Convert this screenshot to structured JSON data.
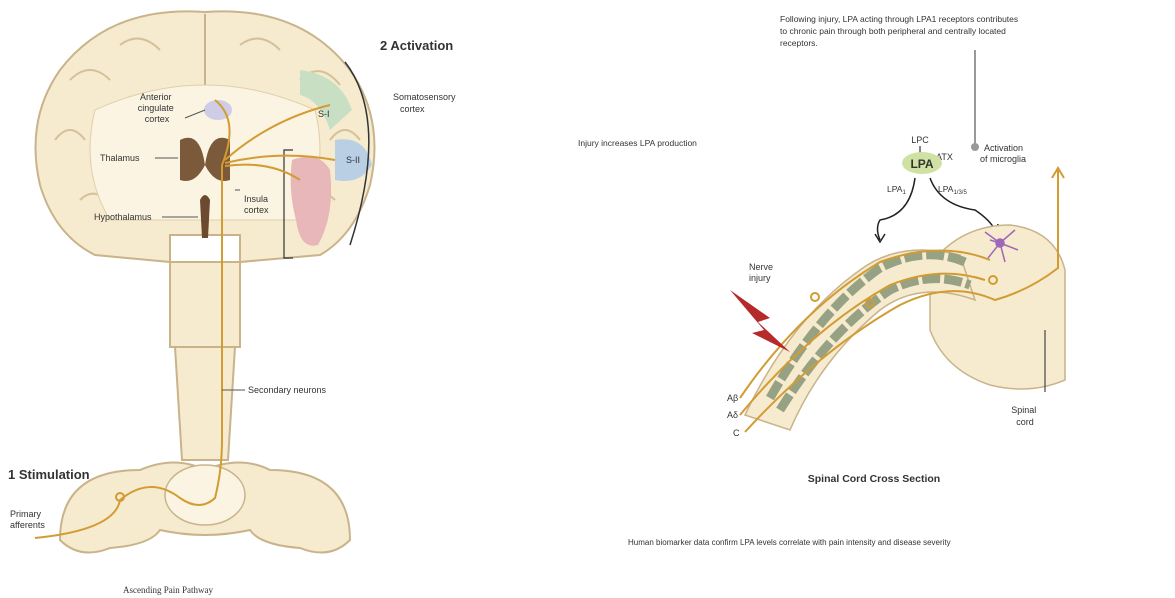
{
  "left": {
    "step2": "2  Activation",
    "step1": "1  Stimulation",
    "somatosensory": [
      "Somatosensory",
      "cortex"
    ],
    "acc": [
      "Anterior",
      "cingulate",
      "cortex"
    ],
    "s1": "S-I",
    "s2": "S-II",
    "thalamus": "Thalamus",
    "insula": [
      "Insula",
      "cortex"
    ],
    "hypothalamus": "Hypothalamus",
    "secondary": "Secondary neurons",
    "primary": [
      "Primary",
      "afferents"
    ],
    "caption": "Ascending Pain Pathway"
  },
  "right": {
    "top_note": [
      "Following injury, LPA acting through LPA1 receptors contributes",
      "to chronic pain through both peripheral and centrally located",
      "receptors."
    ],
    "injury_note": "Injury increases LPA production",
    "lpc": "LPC",
    "atx": "ATX",
    "lpa": "LPA",
    "lpa1": "LPA",
    "lpa1_sub": "1",
    "lpa3": "LPA",
    "lpa3_sub": "1/3/5",
    "microglia": [
      "Activation",
      "of microglia"
    ],
    "nerve": [
      "Nerve",
      "injury"
    ],
    "fibers": [
      "Aβ",
      "Aδ",
      "C"
    ],
    "spinal": [
      "Spinal",
      "cord"
    ],
    "caption": "Spinal Cord Cross Section",
    "bottom_note": "Human biomarker data confirm LPA levels correlate with pain intensity and disease severity"
  },
  "colors": {
    "tissue": "#f6ebcf",
    "outline": "#c9b38a",
    "pathway": "#d29c32",
    "insula": "#e7b7ba",
    "s2": "#b9cfe3",
    "s1": "#c9dfc4",
    "acc": "#cfcde6",
    "lpa": "#cfe2a4",
    "bolt": "#b52a2a"
  }
}
